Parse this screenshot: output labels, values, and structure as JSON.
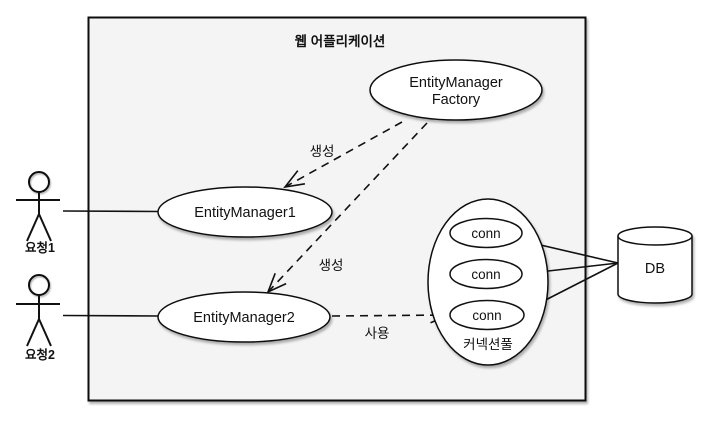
{
  "diagram": {
    "title": "웹 어플리케이션",
    "actors": [
      {
        "label": "요청1"
      },
      {
        "label": "요청2"
      }
    ],
    "nodes": {
      "factory_line1": "EntityManager",
      "factory_line2": "Factory",
      "em1": "EntityManager1",
      "em2": "EntityManager2",
      "conn1": "conn",
      "conn2": "conn",
      "conn3": "conn",
      "pool": "커넥션풀",
      "db": "DB"
    },
    "edges": {
      "create1": "생성",
      "create2": "생성",
      "use": "사용"
    },
    "colors": {
      "container_fill": "#f4f4f5",
      "node_fill": "#ffffff",
      "stroke": "#111111"
    }
  }
}
